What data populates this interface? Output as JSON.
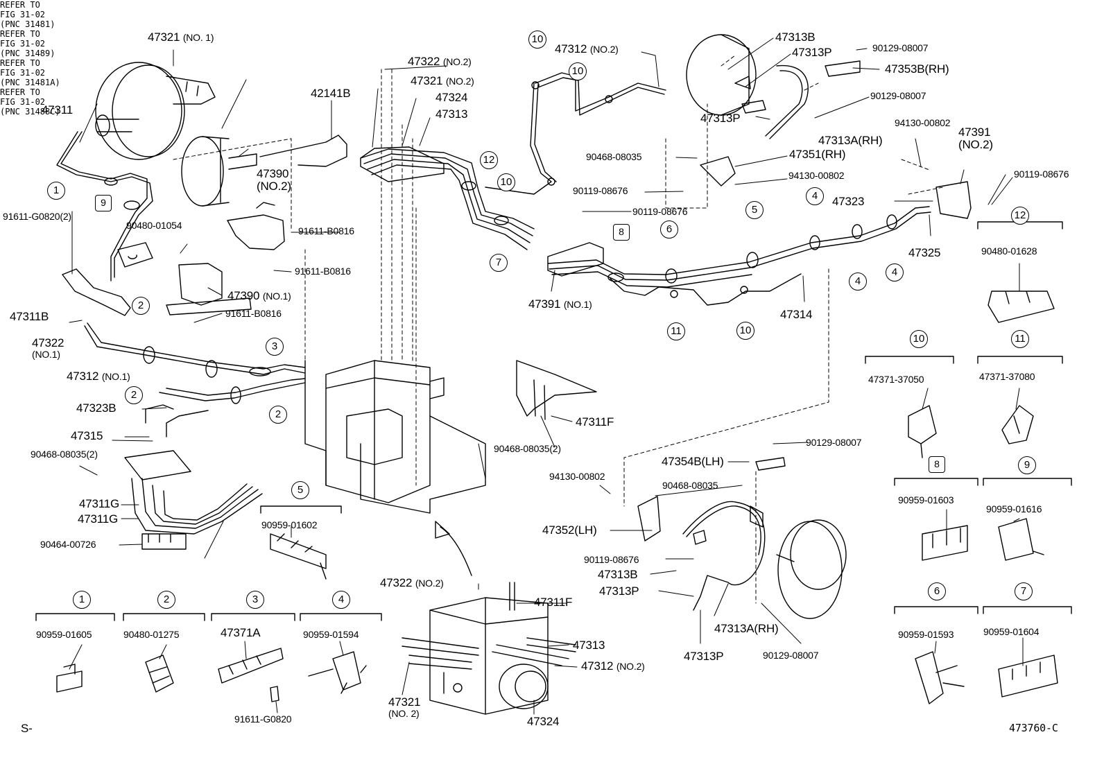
{
  "diagram": {
    "footer_left": "S-",
    "footer_right": "473760-C",
    "parts": {
      "p47321_no1": "47321",
      "p47321_no1_sub": "(NO. 1)",
      "refer1_a": "REFER TO",
      "refer1_b": "FIG 31-02",
      "refer1_c": "(PNC 31481)",
      "p42141B": "42141B",
      "p47311": "47311",
      "p47390_no2": "47390",
      "p47390_no2_sub": "(NO.2)",
      "p91611_G0820_2": "91611-G0820(2)",
      "p90480_01054": "90480-01054",
      "p91611_B0816_a": "91611-B0816",
      "p91611_B0816_b": "91611-B0816",
      "p91611_B0816_c": "91611-B0816",
      "p47390_no1": "47390",
      "p47390_no1_sub": "(NO.1)",
      "p47311B": "47311B",
      "p47322_no1": "47322",
      "p47322_no1_sub": "(NO.1)",
      "p47312_no1": "47312",
      "p47312_no1_sub": "(NO.1)",
      "p47323B": "47323B",
      "p47315": "47315",
      "refer2_a": "REFER TO",
      "refer2_b": "FIG 31-02",
      "refer2_c": "(PNC 31489)",
      "p90468_08035_2": "90468-08035(2)",
      "p47311G_a": "47311G",
      "p47311G_b": "47311G",
      "p90464_00726": "90464-00726",
      "refer3_a": "REFER TO",
      "refer3_b": "FIG 31-02",
      "refer3_c": "(PNC 31481A)",
      "p47322_no2": "47322",
      "p47322_no2_sub": "(NO.2)",
      "p47321_no2": "47321",
      "p47321_no2_sub": "(NO.2)",
      "p47324": "47324",
      "p47313": "47313",
      "p47312_no2": "47312",
      "p47312_no2_sub": "(NO.2)",
      "p47313B": "47313B",
      "p47313P": "47313P",
      "p90129_08007_a": "90129-08007",
      "p47353B": "47353B(RH)",
      "p90129_08007_b": "90129-08007",
      "p47313P_b": "47313P",
      "p47313A": "47313A(RH)",
      "p94130_00802_a": "94130-00802",
      "p47391_no2": "47391",
      "p47391_no2_sub": "(NO.2)",
      "p90468_08035_a": "90468-08035",
      "p47351": "47351(RH)",
      "p94130_00802_b": "94130-00802",
      "p90119_08676_a": "90119-08676",
      "p90119_08676_b": "90119-08676",
      "p90119_08676_c": "90119-08676",
      "p47323": "47323",
      "p47325": "47325",
      "p47391_no1": "47391",
      "p47391_no1_sub": "(NO.1)",
      "p47314": "47314",
      "p47311F_a": "47311F",
      "p90468_08035_2b": "90468-08035(2)",
      "refer4_a": "REFER TO",
      "refer4_b": "FIG 31-02",
      "refer4_c": "(PNC 31488C)",
      "p90129_08007_c": "90129-08007",
      "p47354B": "47354B(LH)",
      "p94130_00802_c": "94130-00802",
      "p90468_08035_c": "90468-08035",
      "p47352": "47352(LH)",
      "p90119_08676_d": "90119-08676",
      "p47313B_b": "47313B",
      "p47313P_c": "47313P",
      "p47313A_lh": "47313A(RH)",
      "p47313P_d": "47313P",
      "p90129_08007_d": "90129-08007",
      "p47322_no2_b": "47322",
      "p47322_no2_b_sub": "(NO.2)",
      "p47311F_b": "47311F",
      "p47313_b": "47313",
      "p47312_no2_b": "47312",
      "p47312_no2_b_sub": "(NO.2)",
      "p47321_no2_b": "47321",
      "p47321_no2_b_sub": "(NO. 2)",
      "p47324_b": "47324"
    },
    "clamps": {
      "c1": "90959-01605",
      "c2": "90480-01275",
      "c3": "47371A",
      "c3_bolt": "91611-G0820",
      "c4": "90959-01594",
      "c5": "90959-01602",
      "c6": "90959-01593",
      "c7": "90959-01604",
      "c8": "90959-01603",
      "c9": "90959-01616",
      "c10": "47371-37050",
      "c11": "47371-37080",
      "c12": "90480-01628"
    },
    "callouts": {
      "n1": "1",
      "n2": "2",
      "n3": "3",
      "n4": "4",
      "n5": "5",
      "n6": "6",
      "n7": "7",
      "n8": "8",
      "n9": "9",
      "n10": "10",
      "n11": "11",
      "n12": "12"
    }
  }
}
